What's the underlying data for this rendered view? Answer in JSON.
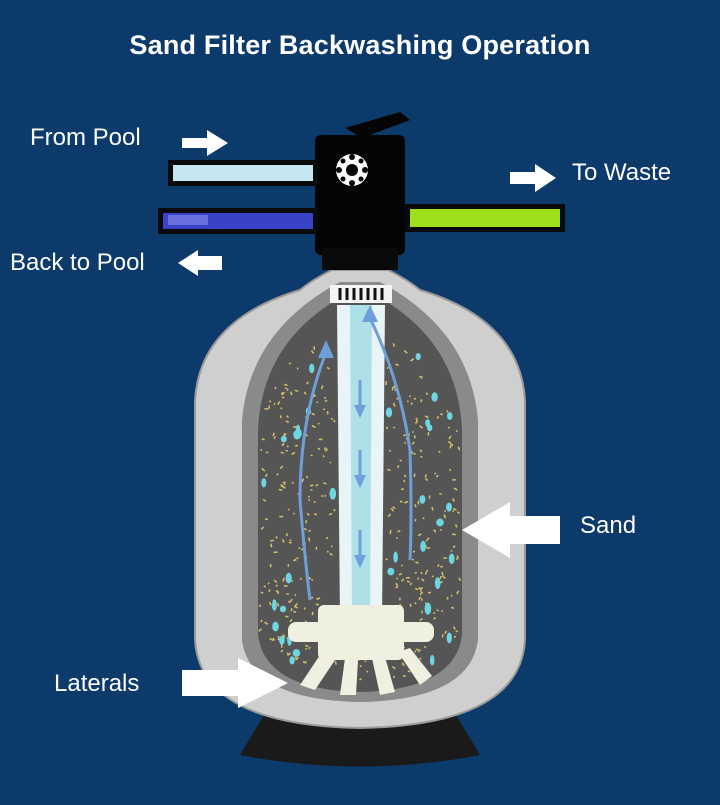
{
  "title": "Sand Filter Backwashing Operation",
  "labels": {
    "from_pool": "From Pool",
    "to_waste": "To Waste",
    "back_to_pool": "Back to Pool",
    "sand": "Sand",
    "laterals": "Laterals"
  },
  "colors": {
    "background": "#0b3a6b",
    "tank_outer": "#cfcfcf",
    "tank_inner": "#5a5a5a",
    "valve": "#000000",
    "pipe_from_pool": "#c6e6f2",
    "pipe_back_to_pool": "#3a43c8",
    "pipe_to_waste": "#9be01a",
    "flow_arrows": "#6f9fd8",
    "sand_grains": "#d8c16a",
    "water": "#6ed6e0"
  }
}
